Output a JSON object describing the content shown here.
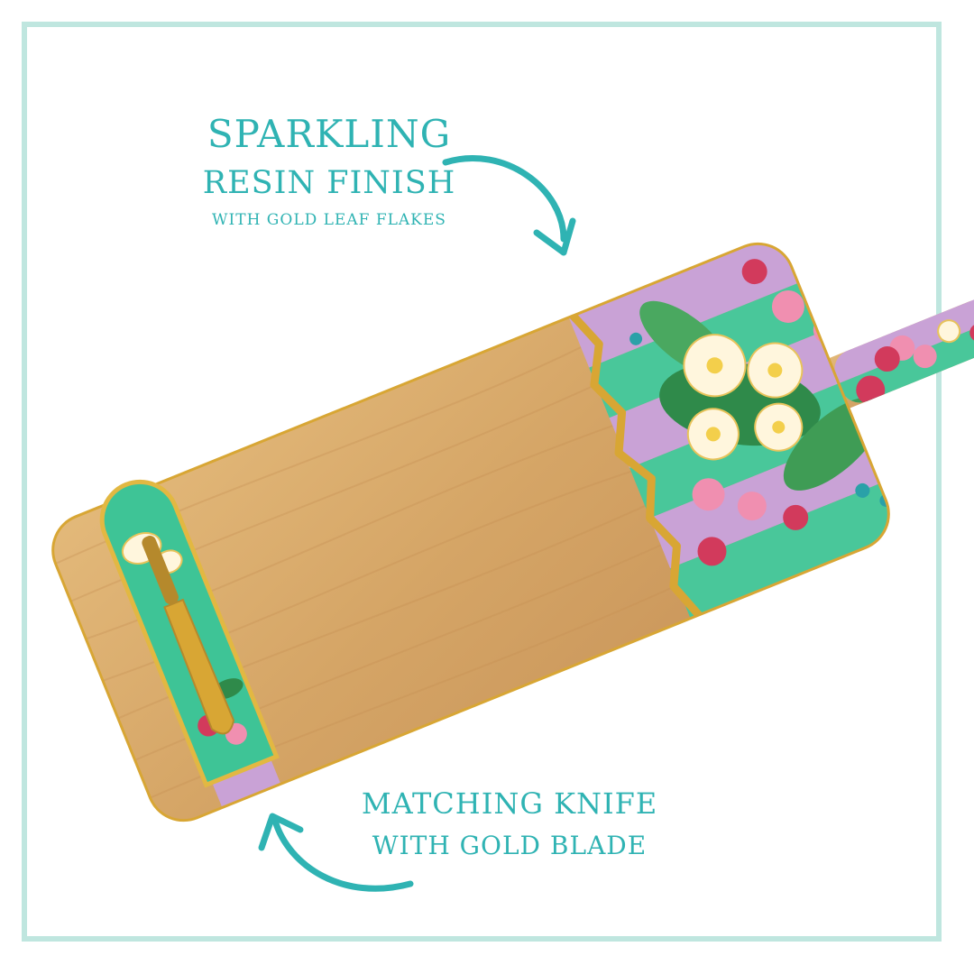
{
  "captions": {
    "top_line1": "SPARKLING",
    "top_line2": "RESIN FINISH",
    "top_line3": "WITH GOLD LEAF FLAKES",
    "bottom_line1": "MATCHING KNIFE",
    "bottom_line2": "WITH GOLD BLADE"
  },
  "colors": {
    "border": "#bfe6df",
    "caption": "#2fb3b3",
    "bamboo": "#d9ac6c",
    "lilac": "#c9a2d6",
    "mint": "#49c79a",
    "gold": "#d8a634"
  }
}
